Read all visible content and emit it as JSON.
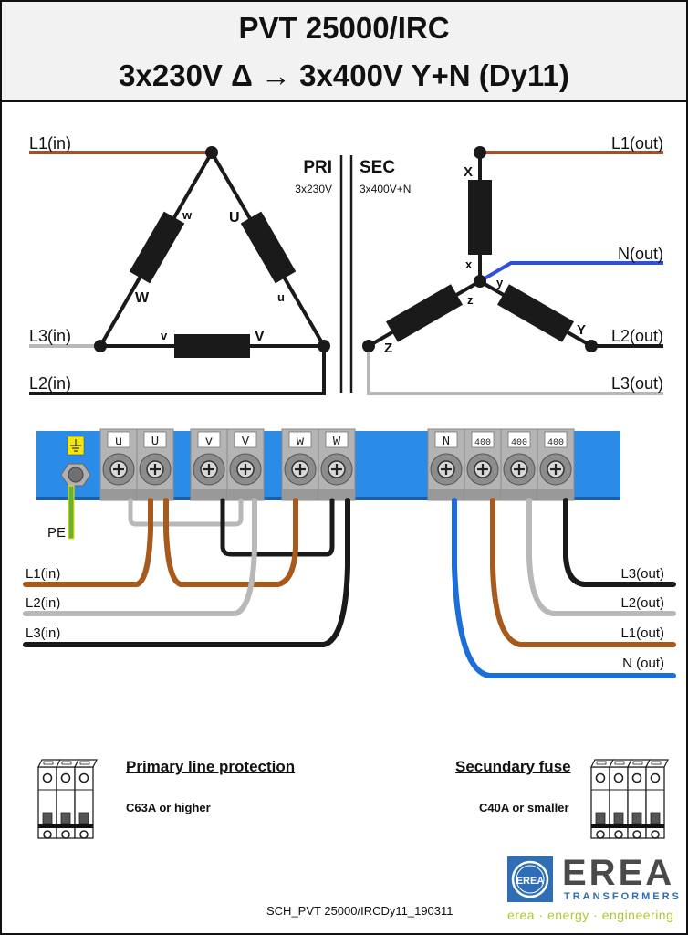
{
  "header": {
    "title": "PVT 25000/IRC",
    "subtitle": "3x230V Δ → 3x400V Y+N  (Dy11)"
  },
  "schematic": {
    "primary": {
      "label": "PRI",
      "voltage": "3x230V",
      "inputs": [
        "L1(in)",
        "L3(in)",
        "L2(in)"
      ],
      "winding_terminals": [
        "w",
        "W",
        "U",
        "u",
        "v",
        "V"
      ]
    },
    "secondary": {
      "label": "SEC",
      "voltage": "3x400V+N",
      "outputs": [
        "L1(out)",
        "N(out)",
        "L2(out)",
        "L3(out)"
      ],
      "winding_terminals": [
        "X",
        "x",
        "y",
        "Y",
        "z",
        "Z"
      ]
    }
  },
  "terminal_block": {
    "pe_label": "PE",
    "primary_terminals": [
      "u",
      "U",
      "v",
      "V",
      "w",
      "W"
    ],
    "secondary_terminals": [
      "N",
      "400",
      "400",
      "400"
    ],
    "input_wires": [
      "L1(in)",
      "L2(in)",
      "L3(in)"
    ],
    "output_wires": [
      "L3(out)",
      "L2(out)",
      "L1(out)",
      "N (out)"
    ]
  },
  "protection": {
    "primary_heading": "Primary line protection",
    "primary_value": "C63A or higher",
    "secondary_heading": "Secundary fuse",
    "secondary_value": "C40A or smaller"
  },
  "footer": {
    "document_code": "SCH_PVT 25000/IRCDy11_190311",
    "brand": "EREA",
    "brand_sub": "TRANSFORMERS",
    "tagline": "erea · energy · engineering",
    "logo_mark": "EREA"
  },
  "colors": {
    "brown": "#a0522d",
    "wire_brown": "#a85a1c",
    "grey": "#b8b8b8",
    "black": "#1a1a1a",
    "blue_n": "#3050d8",
    "wire_blue": "#1c6fd8",
    "rail": "#2b8ce8",
    "pe_green": "#6ab22e",
    "brand_blue": "#2f6db5",
    "brand_green": "#b5c531"
  }
}
